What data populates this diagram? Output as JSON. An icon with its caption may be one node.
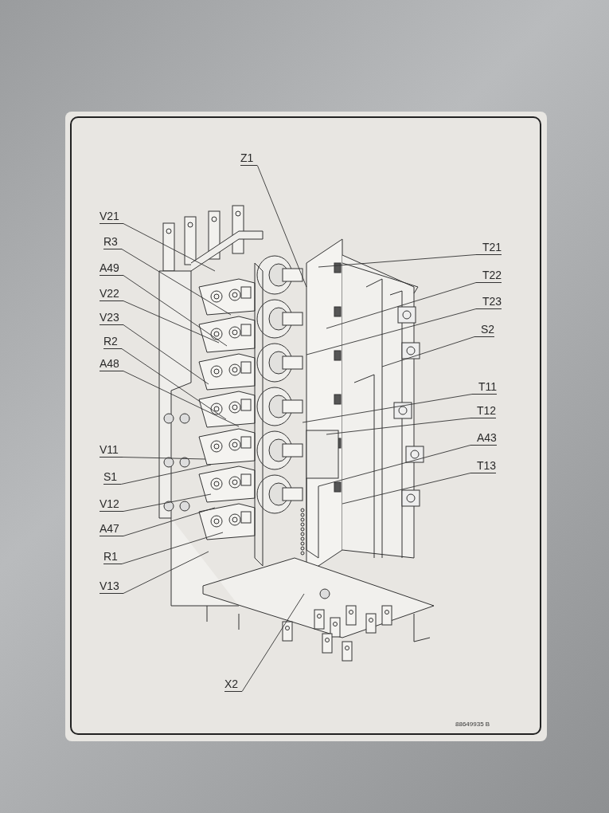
{
  "diagram": {
    "nodes": [
      {
        "text": [
          "Z1"
        ]
      },
      {
        "text": [
          "V21"
        ]
      },
      {
        "text": [
          "R3"
        ]
      },
      {
        "text": [
          "A49"
        ]
      },
      {
        "text": [
          "V22"
        ]
      },
      {
        "text": [
          "V23"
        ]
      },
      {
        "text": [
          "R2"
        ]
      },
      {
        "text": [
          "A48"
        ]
      },
      {
        "text": [
          "T21"
        ]
      },
      {
        "text": [
          "T22"
        ]
      },
      {
        "text": [
          "T23"
        ]
      },
      {
        "text": [
          "S2"
        ]
      },
      {
        "text": [
          "T11"
        ]
      },
      {
        "text": [
          "T12"
        ]
      },
      {
        "text": [
          "A43"
        ]
      },
      {
        "text": [
          "T13"
        ]
      },
      {
        "text": [
          "V11"
        ]
      },
      {
        "text": [
          "S1"
        ]
      },
      {
        "text": [
          "V12"
        ]
      },
      {
        "text": [
          "A47"
        ]
      },
      {
        "text": [
          "R1"
        ]
      },
      {
        "text": [
          "V13"
        ]
      },
      {
        "text": [
          "X2"
        ]
      }
    ],
    "edges": [
      {
        "from": 0,
        "to": null,
        "arrow": "none"
      },
      {
        "from": 1,
        "to": null,
        "arrow": "none"
      },
      {
        "from": 2,
        "to": null,
        "arrow": "none"
      },
      {
        "from": 3,
        "to": null,
        "arrow": "none"
      },
      {
        "from": 4,
        "to": null,
        "arrow": "none"
      },
      {
        "from": 5,
        "to": null,
        "arrow": "none"
      },
      {
        "from": 6,
        "to": null,
        "arrow": "none"
      },
      {
        "from": 7,
        "to": null,
        "arrow": "none"
      },
      {
        "from": 8,
        "to": null,
        "arrow": "none"
      },
      {
        "from": 9,
        "to": null,
        "arrow": "none"
      },
      {
        "from": 10,
        "to": null,
        "arrow": "none"
      },
      {
        "from": 11,
        "to": null,
        "arrow": "none"
      },
      {
        "from": 12,
        "to": null,
        "arrow": "none"
      },
      {
        "from": 13,
        "to": null,
        "arrow": "none"
      },
      {
        "from": 14,
        "to": null,
        "arrow": "none"
      },
      {
        "from": 15,
        "to": null,
        "arrow": "none"
      },
      {
        "from": 16,
        "to": null,
        "arrow": "none"
      },
      {
        "from": 17,
        "to": null,
        "arrow": "none"
      },
      {
        "from": 18,
        "to": null,
        "arrow": "none"
      },
      {
        "from": 19,
        "to": null,
        "arrow": "none"
      },
      {
        "from": 20,
        "to": null,
        "arrow": "none"
      },
      {
        "from": 21,
        "to": null,
        "arrow": "none"
      },
      {
        "from": 22,
        "to": null,
        "arrow": "none"
      }
    ],
    "labels": [
      "88649935 B"
    ]
  }
}
